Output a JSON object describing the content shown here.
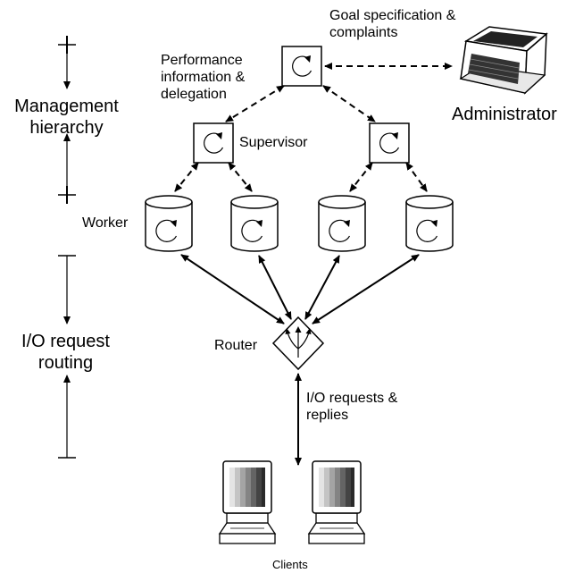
{
  "labels": {
    "management_hierarchy": "Management\nhierarchy",
    "io_request_routing": "I/O request\nrouting",
    "goal_spec": "Goal specification &\ncomplaints",
    "performance_info": "Performance\ninformation &\ndelegation",
    "administrator": "Administrator",
    "supervisor": "Supervisor",
    "worker": "Worker",
    "router": "Router",
    "io_requests": "I/O requests &\nreplies",
    "clients": "Clients"
  },
  "colors": {
    "ink": "#000000",
    "paper": "#ffffff",
    "screen_shades": [
      "#e4e4e4",
      "#c4c4c4",
      "#a4a4a4",
      "#848484",
      "#646464",
      "#444444",
      "#2a2a2a"
    ]
  },
  "icons": {
    "manager": "circular-arrow-square-icon",
    "supervisor": "circular-arrow-square-icon",
    "worker": "cylinder-disk-icon",
    "router": "diamond-router-icon",
    "administrator": "laptop-icon",
    "client": "desktop-computer-icon"
  }
}
